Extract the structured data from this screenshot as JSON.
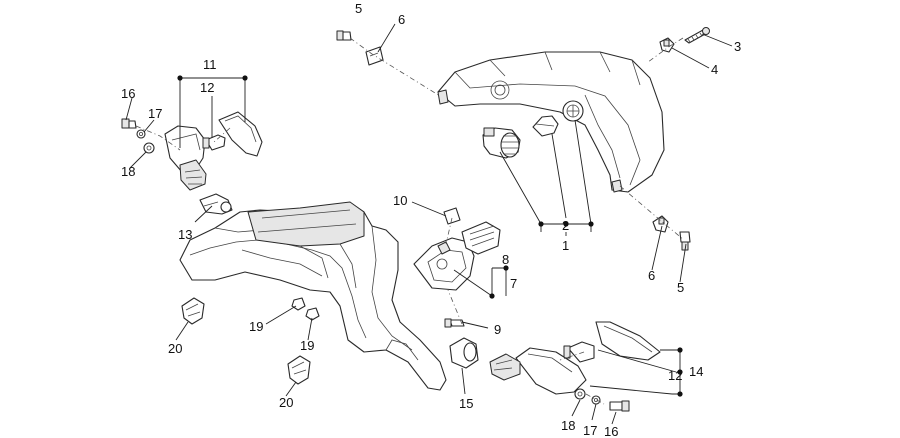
{
  "diagram": {
    "labels": {
      "l1": "1",
      "l2": "2",
      "l3": "3",
      "l4": "4",
      "l5a": "5",
      "l5b": "5",
      "l6a": "6",
      "l6b": "6",
      "l7": "7",
      "l8": "8",
      "l9": "9",
      "l10": "10",
      "l11": "11",
      "l12a": "12",
      "l12b": "12",
      "l13": "13",
      "l14": "14",
      "l15": "15",
      "l16a": "16",
      "l16b": "16",
      "l17a": "17",
      "l17b": "17",
      "l18a": "18",
      "l18b": "18",
      "l19a": "19",
      "l19b": "19",
      "l20a": "20",
      "l20b": "20"
    },
    "colors": {
      "line": "#2a2a2a",
      "fill": "#ffffff",
      "shade": "#e6e6e6"
    }
  }
}
